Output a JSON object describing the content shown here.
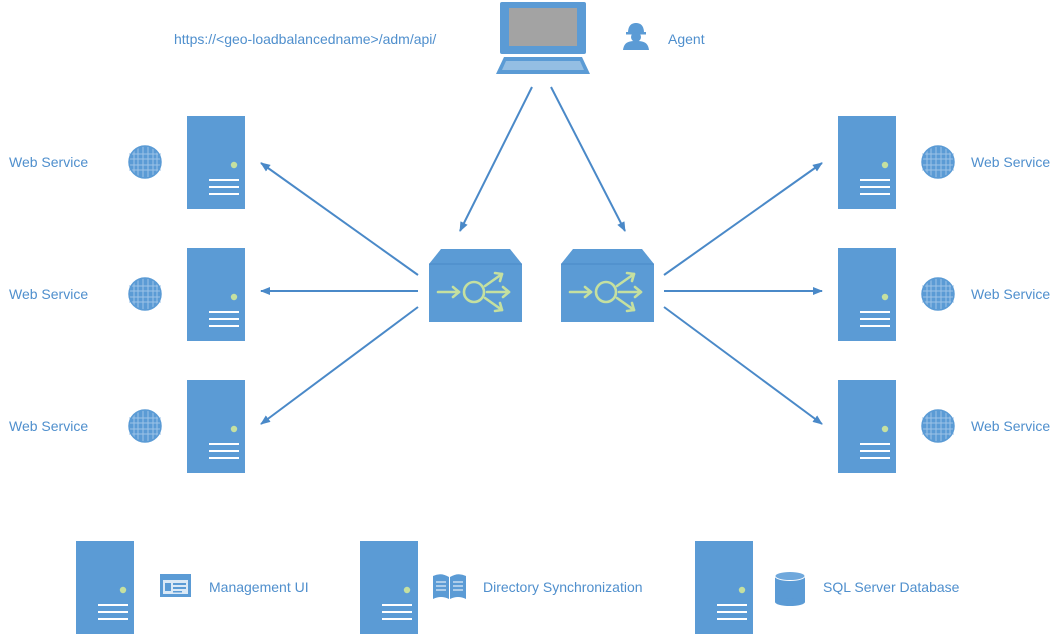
{
  "top": {
    "url": "https://<geo-loadbalancedname>/adm/api/",
    "agent_label": "Agent"
  },
  "web_services": {
    "left": [
      "Web Service",
      "Web Service",
      "Web Service"
    ],
    "right": [
      "Web Service",
      "Web Service",
      "Web Service"
    ]
  },
  "bottom": {
    "management_ui": "Management UI",
    "directory_sync": "Directory Synchronization",
    "sql_database": "SQL Server Database"
  },
  "colors": {
    "primary": "#5b9bd5",
    "arrow": "#4a89c8",
    "label": "#4f8fcd",
    "accent": "#c5e0a0"
  },
  "icons": {
    "laptop": "laptop-icon",
    "agent": "agent-icon",
    "load_balancer": "load-balancer-icon",
    "server": "server-icon",
    "globe": "globe-icon",
    "management": "window-icon",
    "directory": "book-icon",
    "database": "database-icon"
  }
}
